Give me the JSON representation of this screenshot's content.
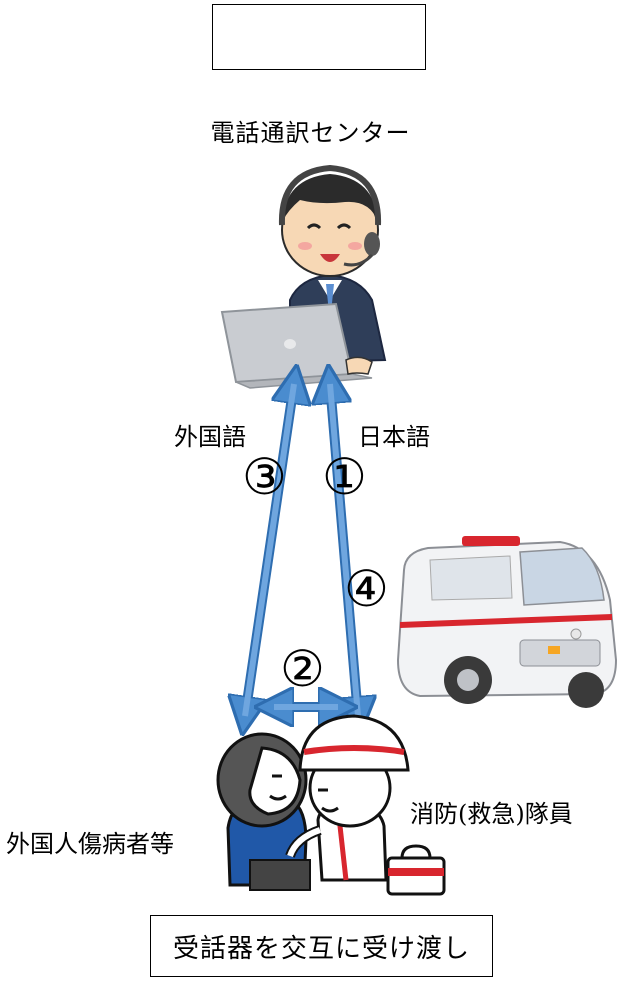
{
  "top_box_text": "",
  "center_label": "電話通訳センター",
  "language_left": "外国語",
  "language_right": "日本語",
  "steps": {
    "s1": "①",
    "s2": "②",
    "s3": "③",
    "s4": "④"
  },
  "patient_label": "外国人傷病者等",
  "paramedic_label": "消防(救急)隊員",
  "bottom_box_text": "受話器を交互に受け渡し",
  "colors": {
    "arrow": "#4a8ccf",
    "arrow_stroke": "#2e6db0",
    "ambulance_stripe": "#d8262e",
    "helmet_stripe": "#d8262e"
  }
}
